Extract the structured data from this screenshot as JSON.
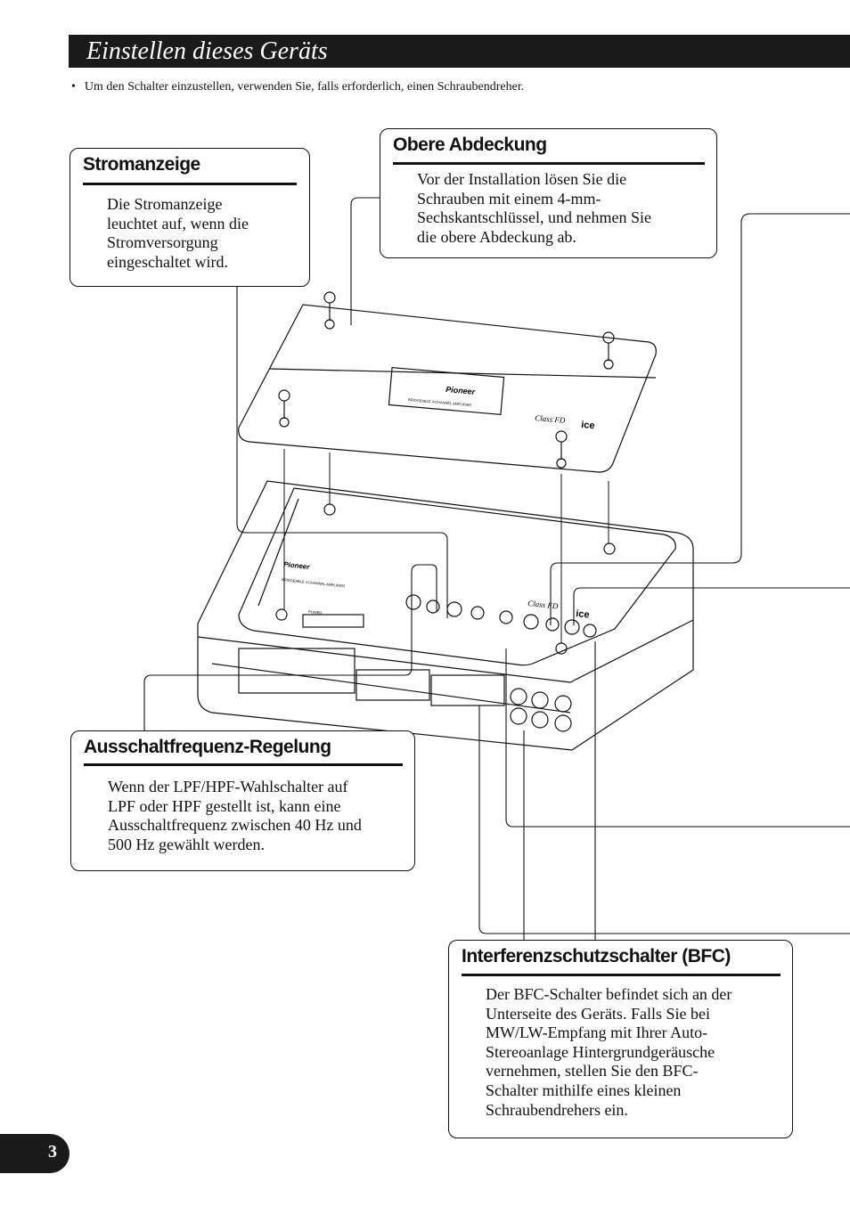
{
  "header": {
    "title": "Einstellen dieses Geräts"
  },
  "intro": {
    "bullet": "•",
    "text": "Um den Schalter einzustellen, verwenden Sie, falls erforderlich, einen Schraubendreher."
  },
  "callouts": {
    "stromanzeige": {
      "heading": "Stromanzeige",
      "text": "Die Stromanzeige\nleuchtet auf, wenn die\nStromversorgung\neingeschaltet wird."
    },
    "obere_abdeckung": {
      "heading": "Obere Abdeckung",
      "text": "Vor der Installation lösen Sie die\nSchrauben mit einem 4-mm-\nSechskantschlüssel, und nehmen Sie\ndie obere Abdeckung ab."
    },
    "ausschaltfrequenz": {
      "heading": "Ausschaltfrequenz-Regelung",
      "text": "Wenn der LPF/HPF-Wahlschalter auf\nLPF oder HPF gestellt ist, kann eine\nAusschaltfrequenz zwischen 40 Hz und\n500 Hz gewählt werden."
    },
    "bfc": {
      "heading": "Interferenzschutzschalter (BFC)",
      "text": "Der BFC-Schalter befindet sich an der\nUnterseite des Geräts. Falls Sie bei\nMW/LW-Empfang mit Ihrer Auto-\nStereoanlage Hintergrundgeräusche\nvernehmen, stellen Sie den BFC-\nSchalter mithilfe eines kleinen\nSchraubendrehers ein."
    }
  },
  "device": {
    "brand": "Pioneer",
    "model_line": "BRIDGEABLE 4-CHANNEL AMPLIFIER",
    "class_label": "Class FD",
    "ice_label": "ice",
    "power_label": "POWER"
  },
  "footer": {
    "page_number": "3"
  }
}
